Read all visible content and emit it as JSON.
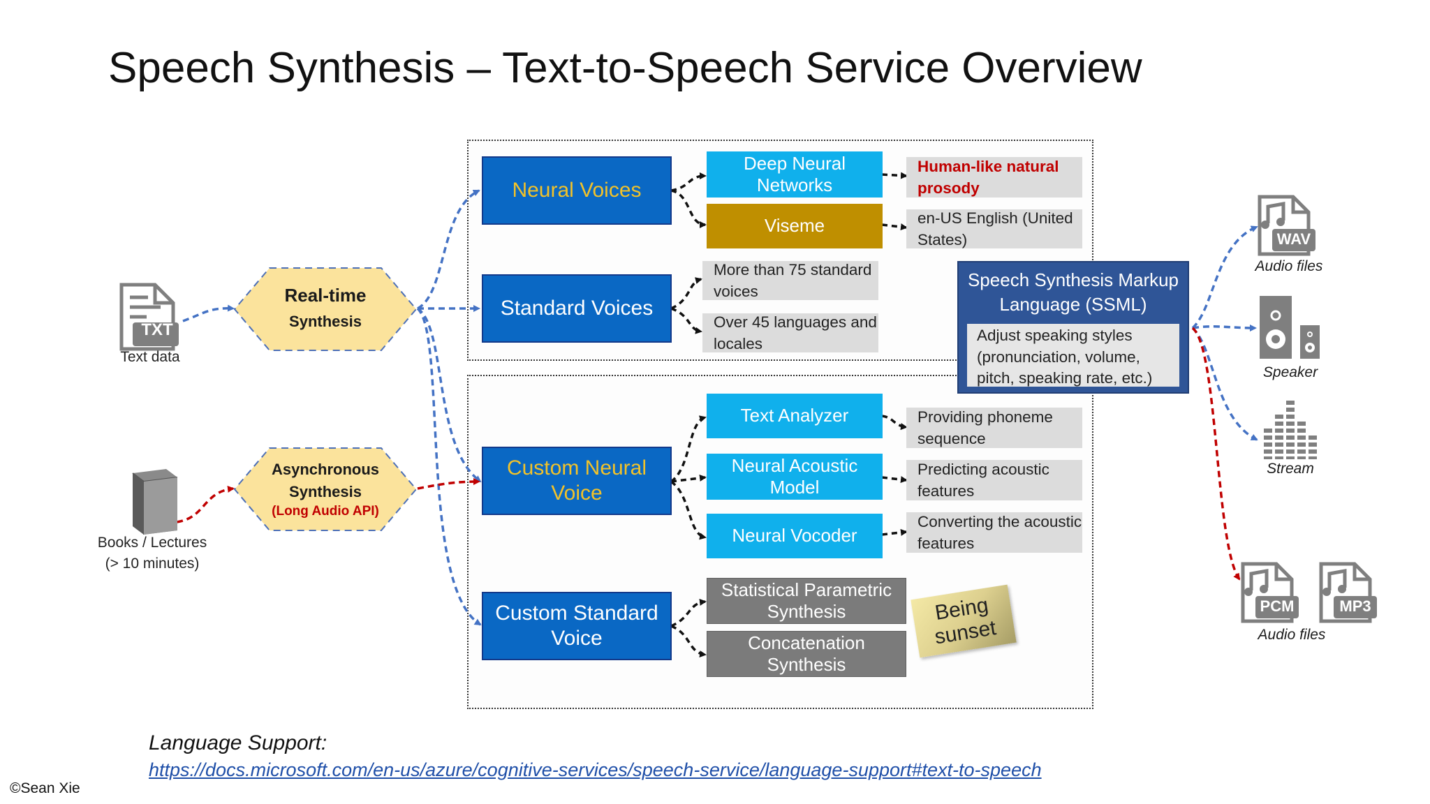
{
  "title": "Speech Synthesis – Text-to-Speech Service Overview",
  "inputs": {
    "text": {
      "icon": "txt-file-icon",
      "badge": "TXT",
      "label": "Text data"
    },
    "books": {
      "icon": "book-icon",
      "label_line1": "Books / Lectures",
      "label_line2": "(> 10 minutes)"
    }
  },
  "synthesis": {
    "realtime": {
      "line1": "Real-time",
      "line2": "Synthesis"
    },
    "async": {
      "line1": "Asynchronous",
      "line2": "Synthesis",
      "line3": "(Long Audio API)"
    }
  },
  "voices": {
    "neural": "Neural Voices",
    "standard": "Standard Voices",
    "custom_neural": "Custom Neural Voice",
    "custom_standard": "Custom Standard Voice"
  },
  "neural_features": {
    "dnn": "Deep Neural Networks",
    "dnn_note": "Human-like natural prosody",
    "viseme": "Viseme",
    "viseme_note": "en-US English (United States)"
  },
  "standard_features": {
    "voices_note": "More than 75 standard voices",
    "languages_note": "Over 45 languages and locales"
  },
  "custom_neural_features": {
    "text_analyzer": "Text Analyzer",
    "text_analyzer_note": "Providing phoneme sequence",
    "acoustic_model": "Neural Acoustic Model",
    "acoustic_model_note": "Predicting acoustic features",
    "vocoder": "Neural Vocoder",
    "vocoder_note": "Converting the acoustic features"
  },
  "custom_standard_features": {
    "parametric": "Statistical Parametric Synthesis",
    "concatenation": "Concatenation Synthesis",
    "sunset_note": "Being sunset"
  },
  "ssml": {
    "title": "Speech Synthesis Markup Language (SSML)",
    "description": "Adjust speaking styles (pronunciation, volume, pitch, speaking rate, etc.)"
  },
  "outputs": {
    "wav": {
      "icon": "audio-file-icon",
      "badge": "WAV",
      "caption": "Audio files"
    },
    "speaker": {
      "icon": "speaker-icon",
      "caption": "Speaker"
    },
    "stream": {
      "icon": "stream-icon",
      "caption": "Stream"
    },
    "pcm": {
      "icon": "audio-file-icon",
      "badge": "PCM"
    },
    "mp3": {
      "icon": "audio-file-icon",
      "badge": "MP3"
    },
    "pcm_mp3_caption": "Audio files"
  },
  "language_support": {
    "label": "Language Support:",
    "url": "https://docs.microsoft.com/en-us/azure/cognitive-services/speech-service/language-support#text-to-speech"
  },
  "copyright": "©Sean Xie",
  "colors": {
    "voice_blue": "#0a68c4",
    "feature_cyan": "#10b0ec",
    "viseme_gold": "#bf8f00",
    "sunset_gray": "#7b7b7b",
    "highlight_red": "#c00000",
    "realtime_arrow": "#4472c4",
    "async_arrow": "#c00000",
    "ssml_blue": "#2f5597"
  }
}
